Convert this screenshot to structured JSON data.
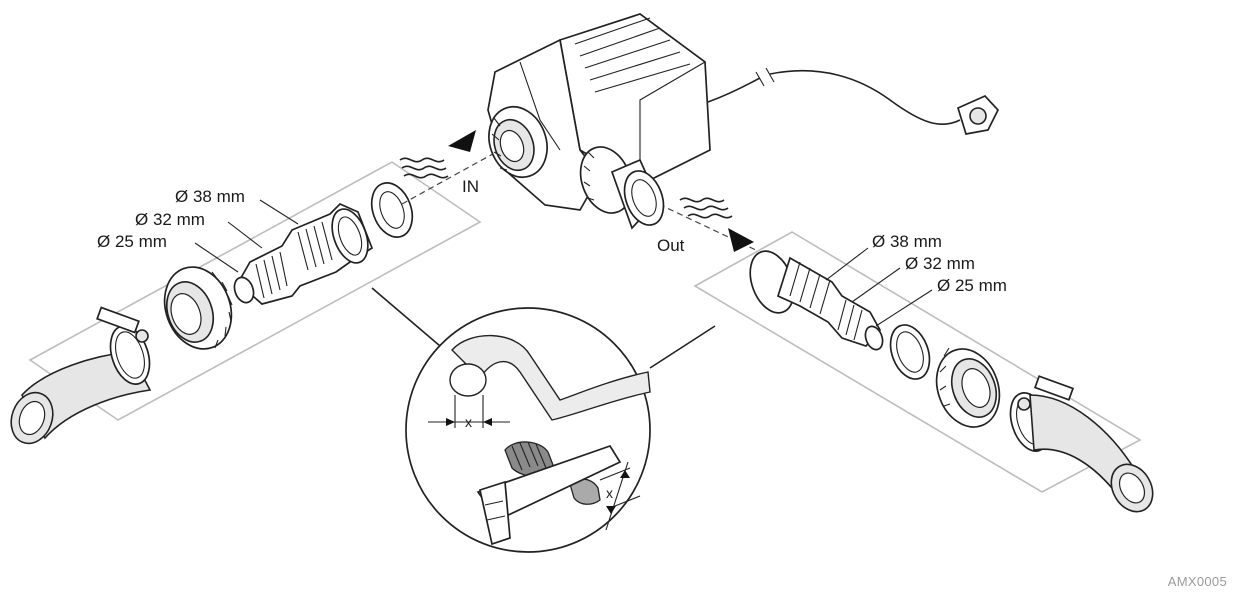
{
  "labels": {
    "inlet": "IN",
    "outlet": "Out",
    "left_sizes": [
      "Ø 38 mm",
      "Ø 32 mm",
      "Ø 25 mm"
    ],
    "right_sizes": [
      "Ø 38 mm",
      "Ø 32 mm",
      "Ø 25 mm"
    ],
    "detail_dimension": "x",
    "figure_code": "AMX0005"
  }
}
